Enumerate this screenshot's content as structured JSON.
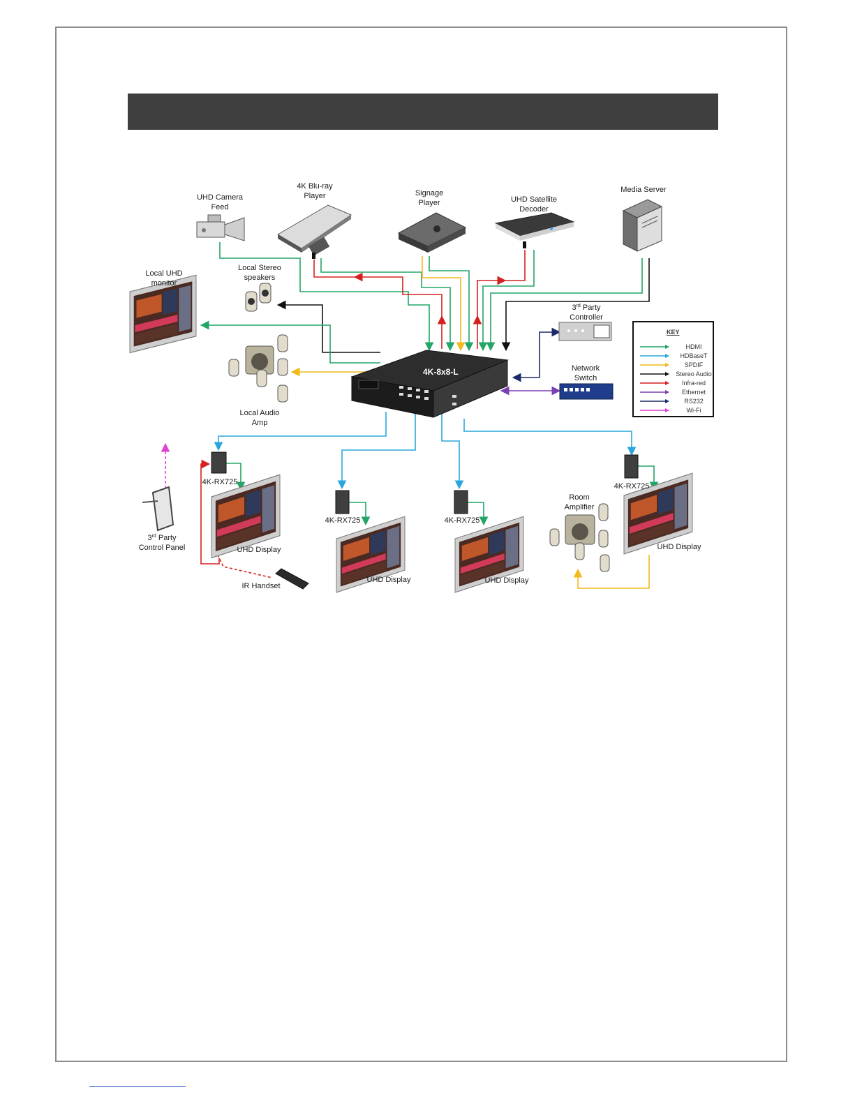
{
  "sources": {
    "camera": "UHD Camera\nFeed",
    "bluray": "4K Blu-ray\nPlayer",
    "signage": "Signage\nPlayer",
    "satellite": "UHD Satellite\nDecoder",
    "media_server": "Media Server"
  },
  "matrix": {
    "name": "4K-8x8-L"
  },
  "local": {
    "monitor": "Local UHD\nmonitor",
    "stereo": "Local Stereo\nspeakers",
    "audio_amp": "Local Audio\nAmp",
    "controller_pre": "3",
    "controller_sup": "rd",
    "controller_post": " Party",
    "controller_line2": "Controller",
    "network": "Network\nSwitch"
  },
  "zones": {
    "receiver": "4K-RX725",
    "display": "UHD Display",
    "ir_handset": "IR Handset",
    "panel_pre": "3",
    "panel_sup": "rd",
    "panel_post": " Party",
    "panel_line2": "Control Panel",
    "room_amp": "Room\nAmplifier"
  },
  "key": {
    "title": "KEY",
    "items": [
      {
        "label": "HDMI",
        "color": "#22a566"
      },
      {
        "label": "HDBaseT",
        "color": "#2aa6dc"
      },
      {
        "label": "SPDIF",
        "color": "#f2b81c"
      },
      {
        "label": "Stereo Audio",
        "color": "#111111"
      },
      {
        "label": "Infra-red",
        "color": "#d62020"
      },
      {
        "label": "Ethernet",
        "color": "#7a3fb0"
      },
      {
        "label": "RS232",
        "color": "#1b2a6b"
      },
      {
        "label": "Wi-Fi",
        "color": "#e043d0"
      }
    ]
  }
}
